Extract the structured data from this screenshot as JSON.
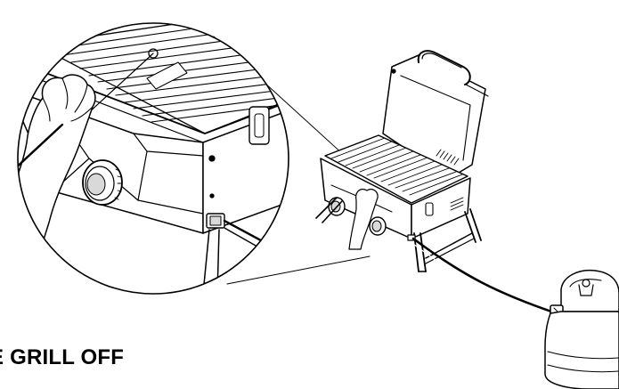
{
  "caption": "E GRILL OFF",
  "colors": {
    "line": "#000000",
    "fill": "#ffffff",
    "shade": "#d9d9d9"
  },
  "icons": [
    "portable-gas-grill",
    "propane-tank",
    "hand",
    "control-knob"
  ]
}
